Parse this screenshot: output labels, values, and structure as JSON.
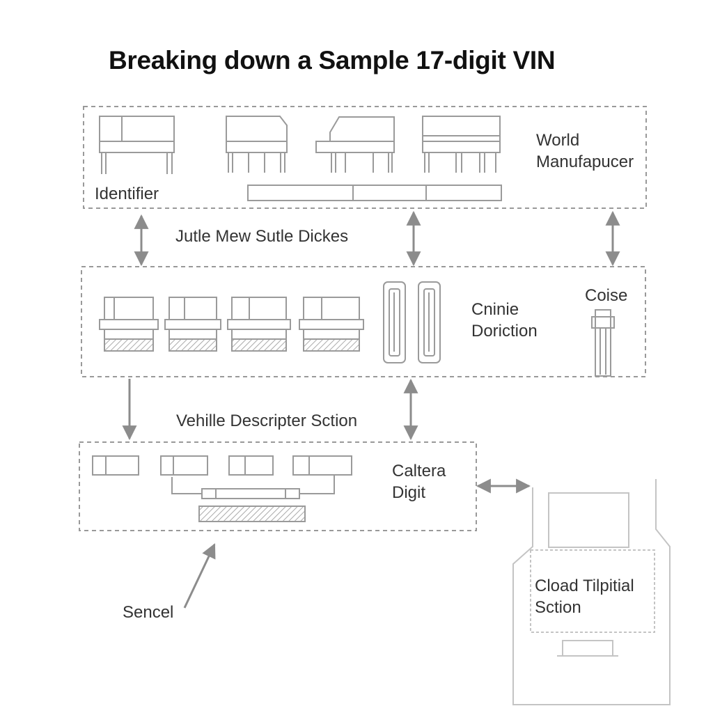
{
  "title": "Breaking down a Sample 17-digit VIN",
  "sections": {
    "wmi": {
      "line1": "World",
      "line2": "Manufapucer",
      "corner_label": "Identifier"
    },
    "mid_caption": "Jutle Mew Sutle Dickes",
    "vds": {
      "line1": "Cninie",
      "line2": "Doriction",
      "side_label": "Coise"
    },
    "lower_caption": "Vehille Descripter Sction",
    "check": {
      "line1": "Caltera",
      "line2": "Digit"
    },
    "pointer_label": "Sencel",
    "vis": {
      "line1": "Cload Tilpitial",
      "line2": "Sction"
    }
  },
  "colors": {
    "line": "#9a9a9a",
    "arrow": "#8c8c8c",
    "text": "#333333",
    "title": "#111111"
  }
}
